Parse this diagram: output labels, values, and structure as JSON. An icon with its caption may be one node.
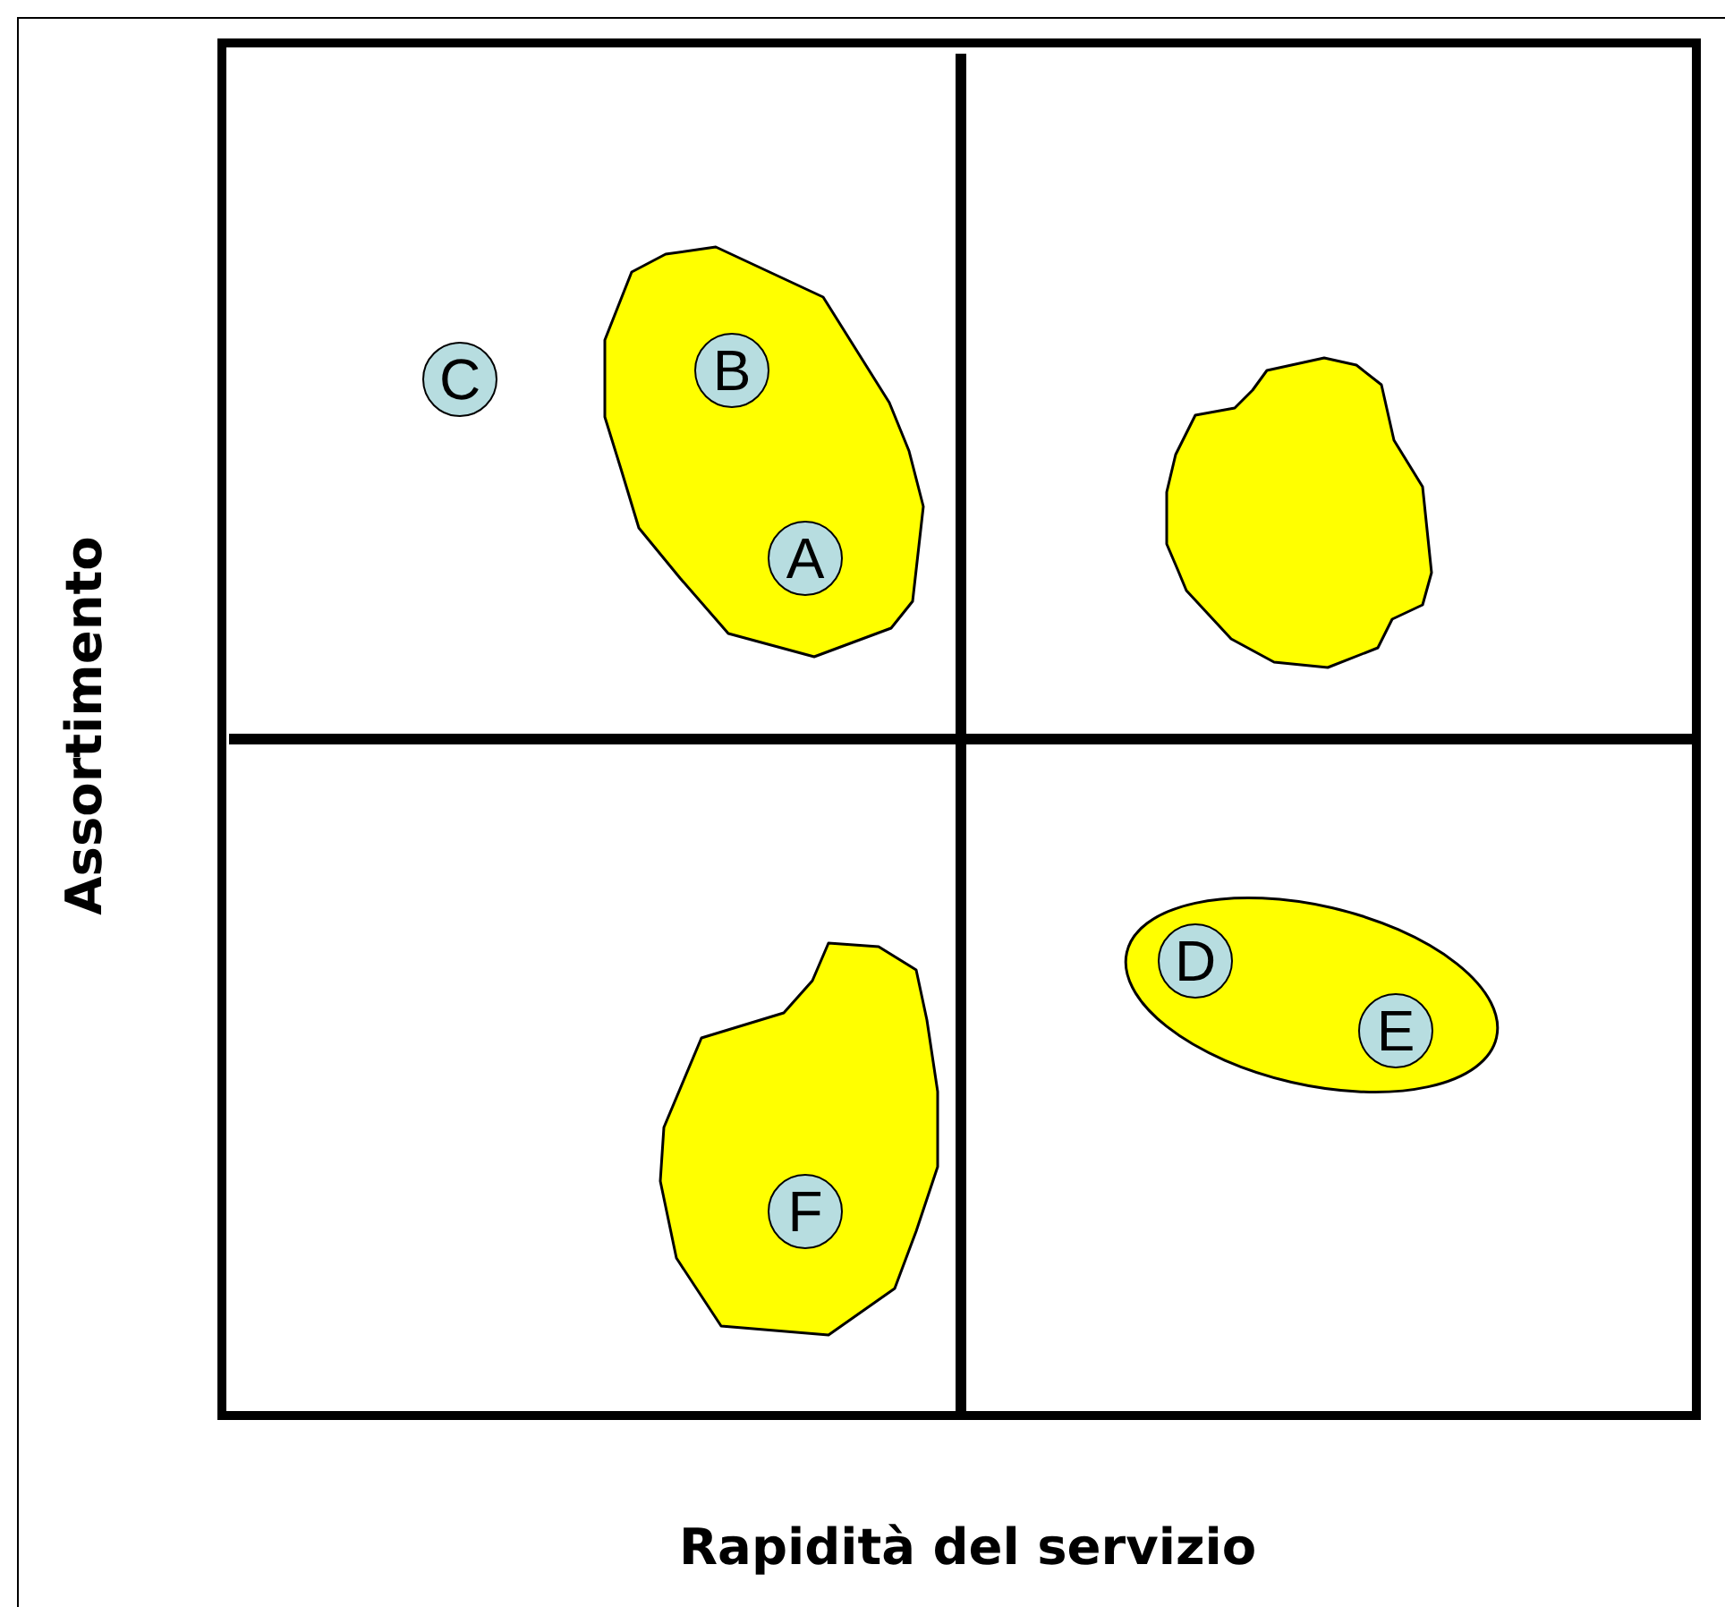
{
  "diagram": {
    "nodes": [
      {
        "text": [],
        "shape": "cloud"
      },
      {
        "text": [
          "B"
        ],
        "in": 0
      },
      {
        "text": [
          "A"
        ],
        "in": 0
      },
      {
        "text": [
          "C"
        ]
      },
      {
        "text": [],
        "shape": "cloud"
      },
      {
        "text": [],
        "shape": "ellipse"
      },
      {
        "text": [
          "D"
        ],
        "in": 5
      },
      {
        "text": [
          "E"
        ],
        "in": 5
      },
      {
        "text": [],
        "shape": "cloud"
      },
      {
        "text": [
          "F"
        ],
        "in": 8
      }
    ],
    "edges": [],
    "labels": [
      "Assortimento",
      "Rapidità del servizio"
    ]
  }
}
